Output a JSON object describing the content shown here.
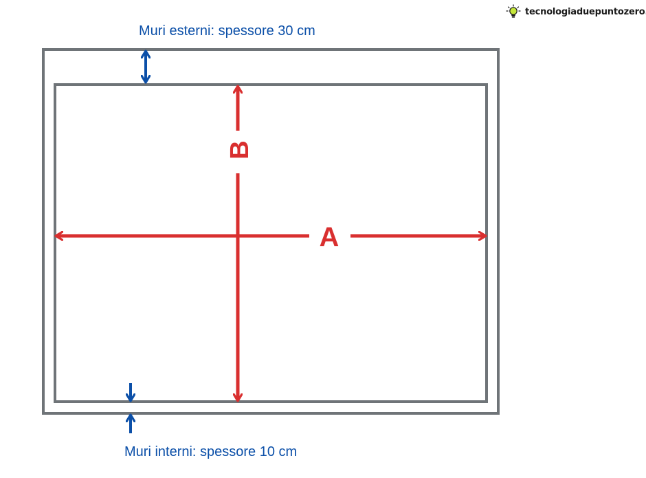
{
  "brand": {
    "name": "tecnologiaduepuntozero.it",
    "bulb_color": "#c6e83b",
    "text_color": "#1a1a1a"
  },
  "labels": {
    "outer_walls": "Muri esterni: spessore 30 cm",
    "inner_walls": "Muri interni: spessore 10 cm",
    "dimension_a": "A",
    "dimension_b": "B"
  },
  "colors": {
    "wall": "#6f7478",
    "dimension_arrow": "#d92f2f",
    "thickness_arrow": "#0b4fa8",
    "label_text": "#0b4fa8",
    "background": "#ffffff"
  },
  "icons": [
    "lightbulb-icon"
  ]
}
